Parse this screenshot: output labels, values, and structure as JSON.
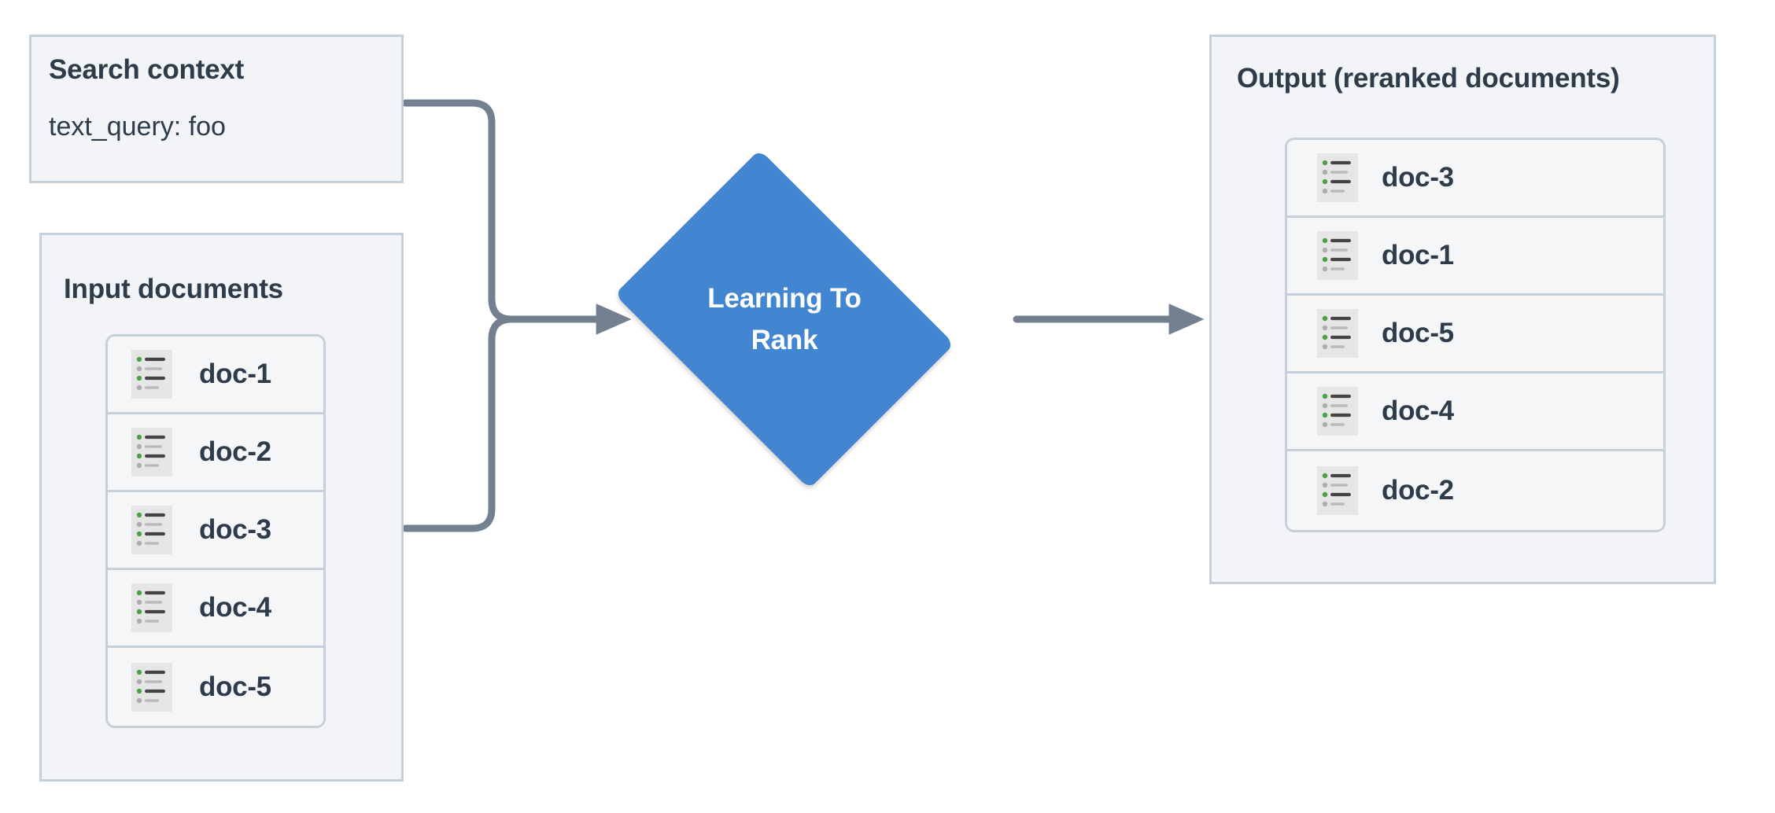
{
  "diagram": {
    "title": "Learning To Rank reranking flow",
    "background": "#ffffff",
    "colors": {
      "panel_fill": "#f2f4f7",
      "panel_border": "#c5d0da",
      "node_blue": "#4285d0",
      "connector": "#73808f",
      "text_dark": "#2d3b4a",
      "icon_bg": "#e6e6e6",
      "icon_green": "#4ca046",
      "icon_gray": "#adadad",
      "icon_line_dark": "#444444",
      "icon_line_light": "#bbbbbb"
    }
  },
  "search_context": {
    "title": "Search context",
    "query_label": "text_query: foo"
  },
  "input_documents": {
    "title": "Input documents",
    "items": [
      {
        "label": "doc-1",
        "icon": "document-list-icon"
      },
      {
        "label": "doc-2",
        "icon": "document-list-icon"
      },
      {
        "label": "doc-3",
        "icon": "document-list-icon"
      },
      {
        "label": "doc-4",
        "icon": "document-list-icon"
      },
      {
        "label": "doc-5",
        "icon": "document-list-icon"
      }
    ]
  },
  "ltr_node": {
    "label_line_1": "Learning To",
    "label_line_2": "Rank",
    "shape": "diamond"
  },
  "output": {
    "title": "Output (reranked documents)",
    "items": [
      {
        "label": "doc-3",
        "icon": "document-list-icon"
      },
      {
        "label": "doc-1",
        "icon": "document-list-icon"
      },
      {
        "label": "doc-5",
        "icon": "document-list-icon"
      },
      {
        "label": "doc-4",
        "icon": "document-list-icon"
      },
      {
        "label": "doc-2",
        "icon": "document-list-icon"
      }
    ]
  },
  "connectors": [
    {
      "name": "search-context-to-ltr",
      "from": "search_context",
      "to": "ltr_node",
      "style": "elbow-arrow"
    },
    {
      "name": "input-documents-to-ltr",
      "from": "input_documents",
      "to": "ltr_node",
      "style": "elbow-arrow"
    },
    {
      "name": "ltr-to-output",
      "from": "ltr_node",
      "to": "output",
      "style": "straight-arrow"
    }
  ]
}
